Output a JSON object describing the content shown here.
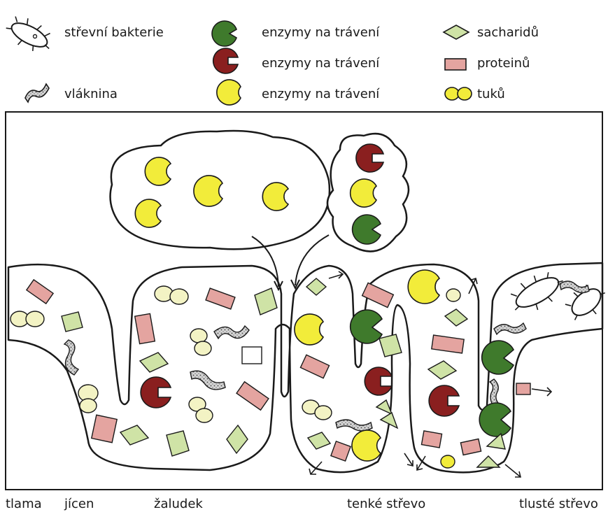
{
  "legend": {
    "bacteria": "střevní bakterie",
    "fiber": "vláknina",
    "enzyme_green": "enzymy na trávení",
    "enzyme_red": "enzymy na trávení",
    "enzyme_yellow": "enzymy na trávení",
    "carbs": "sacharidů",
    "proteins": "proteinů",
    "fats": "tuků"
  },
  "regions": {
    "mouth": "tlama",
    "esophagus": "jícen",
    "stomach": "žaludek",
    "small_intestine": "tenké střevo",
    "large_intestine": "tlusté střevo"
  },
  "colors": {
    "enzyme_green": "#3f7a2c",
    "enzyme_red": "#8a1f1f",
    "enzyme_yellow": "#f2ec3a",
    "carb": "#cfe3a6",
    "protein": "#e4a4a0",
    "fat": "#f3f3c4",
    "fiber": "#bdbdbd",
    "outline": "#1a1a1a"
  }
}
